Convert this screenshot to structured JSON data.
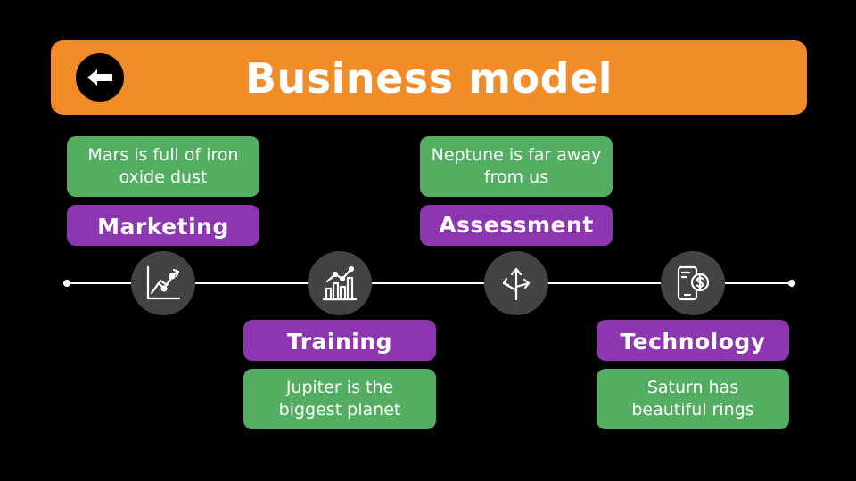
{
  "header": {
    "title": "Business model",
    "back_icon": "arrow-left-icon",
    "bar_color": "#f28c28"
  },
  "steps": [
    {
      "label": "Marketing",
      "description": "Mars is full of iron oxide dust",
      "icon": "growth-chart-icon"
    },
    {
      "label": "Training",
      "description": "Jupiter is the biggest planet",
      "icon": "bar-chart-trend-icon"
    },
    {
      "label": "Assessment",
      "description": "Neptune is far away from us",
      "icon": "arrows-crossroad-icon"
    },
    {
      "label": "Technology",
      "description": "Saturn has beautiful rings",
      "icon": "mobile-payment-icon"
    }
  ],
  "colors": {
    "description_box": "#53ae62",
    "label_box": "#8e36b2",
    "node": "#434343",
    "line": "#ffffff"
  }
}
